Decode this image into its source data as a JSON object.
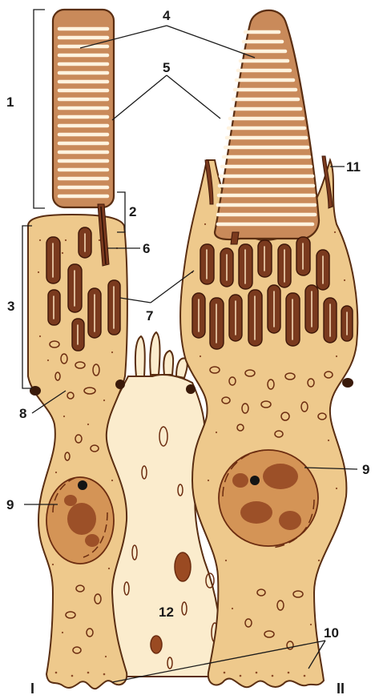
{
  "labels": {
    "n1": "1",
    "n2": "2",
    "n3": "3",
    "n4": "4",
    "n5": "5",
    "n6": "6",
    "n7": "7",
    "n8": "8",
    "n9_left": "9",
    "n9_right": "9",
    "n10": "10",
    "n11": "11",
    "n12": "12",
    "roman_I": "I",
    "roman_II": "II"
  },
  "colors": {
    "cell_cytoplasm": "#eec98c",
    "supporting_cell": "#fbeccd",
    "outer_segment": "#c98a5a",
    "mitochondria": "#7a3a1e",
    "outline": "#5a2e12"
  }
}
